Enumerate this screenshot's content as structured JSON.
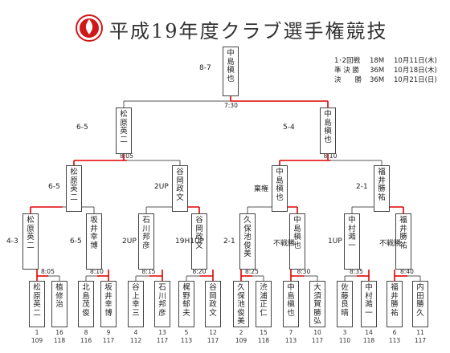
{
  "title": "平成19年度クラブ選手権競技",
  "logo": {
    "icon": "flame-emblem",
    "color": "#d01818"
  },
  "schedule": [
    {
      "round": "1･2回戦",
      "dist": "18M",
      "date": "10月11日(木)"
    },
    {
      "round": "準 決 勝",
      "dist": "36M",
      "date": "10月18日(木)"
    },
    {
      "round": "決　　勝",
      "dist": "36M",
      "date": "10月21日(日)"
    }
  ],
  "colors": {
    "win": "#e00000",
    "line": "#555555"
  },
  "players": [
    {
      "name": "松原英二",
      "seed": "1",
      "hc": "109"
    },
    {
      "name": "植修治",
      "seed": "16",
      "hc": "118"
    },
    {
      "name": "北島茂俊",
      "seed": "8",
      "hc": "116"
    },
    {
      "name": "坂井幸博",
      "seed": "9",
      "hc": "117"
    },
    {
      "name": "谷上幸三",
      "seed": "4",
      "hc": "112"
    },
    {
      "name": "石川邦彦",
      "seed": "13",
      "hc": "117"
    },
    {
      "name": "梶野郁夫",
      "seed": "5",
      "hc": "113"
    },
    {
      "name": "谷岡政文",
      "seed": "12",
      "hc": "117"
    },
    {
      "name": "久保池俊美",
      "seed": "2",
      "hc": "109"
    },
    {
      "name": "渋浦正仁",
      "seed": "15",
      "hc": "118"
    },
    {
      "name": "中島槇也",
      "seed": "7",
      "hc": "113"
    },
    {
      "name": "大須賀勝弘",
      "seed": "10",
      "hc": "117"
    },
    {
      "name": "佐藤良晴",
      "seed": "3",
      "hc": "110"
    },
    {
      "name": "中村澔一",
      "seed": "14",
      "hc": "118"
    },
    {
      "name": "福井勝祐",
      "seed": "6",
      "hc": "113"
    },
    {
      "name": "内田勝久",
      "seed": "11",
      "hc": "117"
    }
  ],
  "round1": {
    "times": [
      "8:05",
      "8:10",
      "8:15",
      "8:20",
      "8:25",
      "8:30",
      "8:35",
      "8:40"
    ],
    "winners": [
      "松原英二",
      "坂井幸博",
      "石川邦彦",
      "谷岡政文",
      "久保池俊美",
      "中島槇也",
      "中村澔一",
      "福井勝祐"
    ],
    "scores": [
      "",
      "",
      "",
      "",
      "",
      "",
      "",
      ""
    ]
  },
  "round2": {
    "winners": [
      "松原英二",
      "谷岡政文",
      "中島槇也",
      "福井勝祐"
    ],
    "scores": [
      "4-3",
      "6-5",
      "2UP",
      "19H1UP",
      "2-1",
      "不戦勝",
      "1UP",
      "不戦勝"
    ]
  },
  "round3": {
    "times": [
      "8:05",
      "8:10"
    ],
    "winners": [
      "松原英二",
      "中島槇也"
    ],
    "scores": [
      "6-5",
      "2UP",
      "棄権",
      "2-1"
    ]
  },
  "semifinal": {
    "time": "7:30",
    "scores": [
      "6-5",
      "5-4"
    ]
  },
  "final": {
    "winner": "中島槇也",
    "score": "8-7"
  }
}
